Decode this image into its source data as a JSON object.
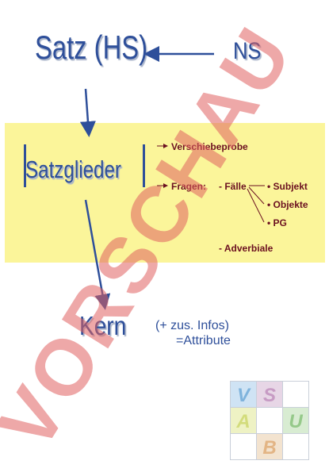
{
  "nodes": {
    "satz_hs": "Satz (HS)",
    "ns": "NS",
    "satzglieder": "Satzglieder",
    "kern": "Kern"
  },
  "branches": {
    "verschiebeprobe": "Verschiebeprobe",
    "fragen": "Fragen:",
    "faelle": "- Fälle",
    "subjekt": "• Subjekt",
    "objekte": "• Objekte",
    "pg": "• PG",
    "adverbiale": "- Adverbiale"
  },
  "kern_note": {
    "line1": "(+ zus. Infos)",
    "line2": "=Attribute"
  },
  "watermark": "VORSCHAU",
  "logo_letters": [
    "V",
    "S",
    "A",
    "U",
    "B"
  ],
  "colors": {
    "blue": "#2e4f9a",
    "darkred": "#6b1020",
    "yellow": "#fbf59a",
    "watermark": "#e06060"
  }
}
